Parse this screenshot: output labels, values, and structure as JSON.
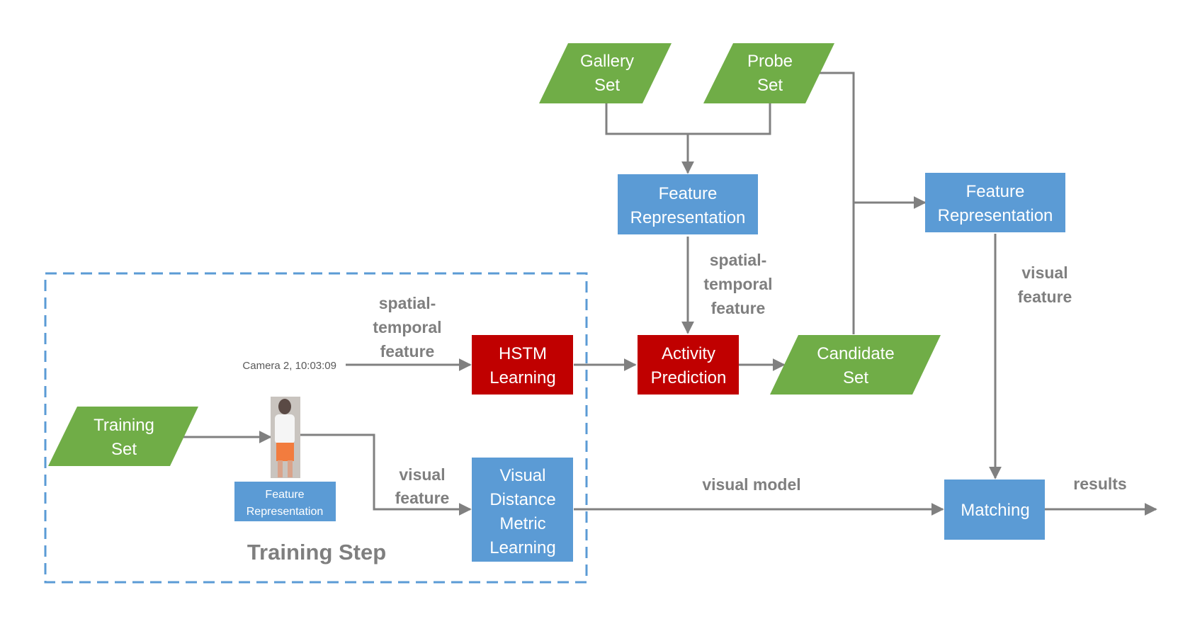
{
  "colors": {
    "green": "#70ad47",
    "blue": "#5b9bd5",
    "red": "#c00000",
    "connector": "#808080",
    "label": "#7f7f7f",
    "dashed_border": "#5b9bd5"
  },
  "nodes": {
    "gallery_set": [
      "Gallery",
      "Set"
    ],
    "probe_set": [
      "Probe",
      "Set"
    ],
    "feature_rep_top": [
      "Feature",
      "Representation"
    ],
    "feature_rep_right": [
      "Feature",
      "Representation"
    ],
    "hstm_learning": [
      "HSTM",
      "Learning"
    ],
    "activity_prediction": [
      "Activity",
      "Prediction"
    ],
    "candidate_set": [
      "Candidate",
      "Set"
    ],
    "training_set": [
      "Training",
      "Set"
    ],
    "feature_rep_small": [
      "Feature",
      "Representation"
    ],
    "visual_distance": [
      "Visual",
      "Distance",
      "Metric",
      "Learning"
    ],
    "matching": [
      "Matching"
    ]
  },
  "edge_labels": {
    "spatial_temporal_top": [
      "spatial-",
      "temporal",
      "feature"
    ],
    "spatial_temporal_left": [
      "spatial-",
      "temporal",
      "feature"
    ],
    "visual_feature_right": [
      "visual",
      "feature"
    ],
    "visual_feature_left": [
      "visual",
      "feature"
    ],
    "visual_model": "visual model",
    "results": "results"
  },
  "camera_caption": "Camera 2, 10:03:09",
  "training_step_title": "Training Step",
  "person_thumbnail": {
    "icon": "person-walking-thumbnail",
    "colors": {
      "background": "#c9c4bf",
      "shirt": "#f5f5f5",
      "shorts": "#f27c3e",
      "head": "#5a4a45"
    }
  }
}
